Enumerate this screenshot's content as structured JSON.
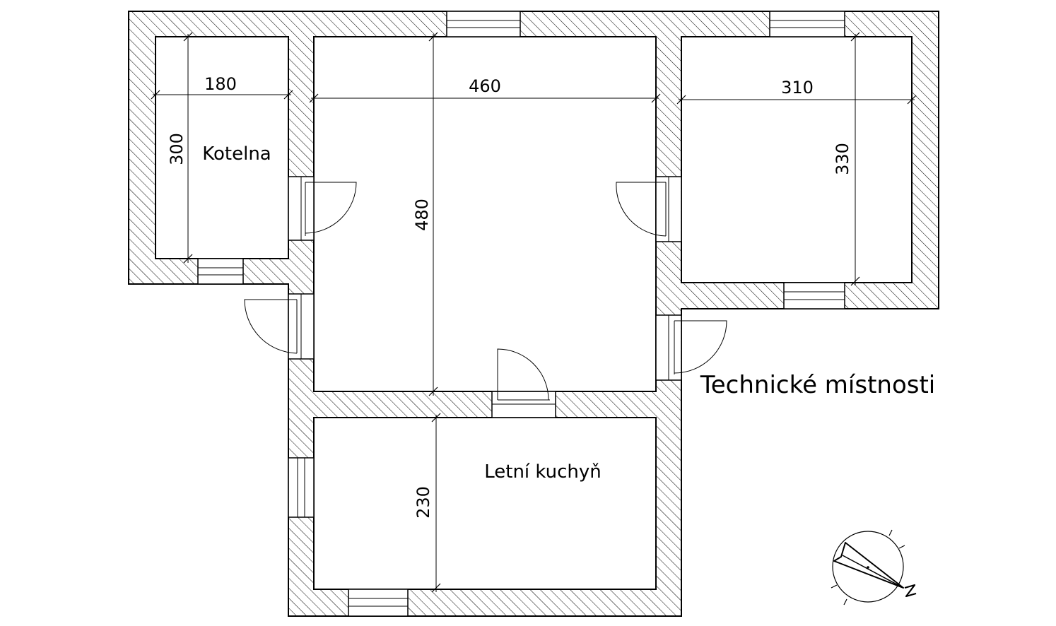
{
  "rooms": {
    "boiler": "Kotelna",
    "summer_kitchen": "Letní kuchyň"
  },
  "title": "Technické místnosti",
  "dimensions": {
    "boiler_width": "180",
    "boiler_depth": "300",
    "main_width": "460",
    "main_depth": "480",
    "east_width": "310",
    "east_depth": "330",
    "kitchen_depth": "230"
  },
  "compass": {
    "north_letter": "N"
  }
}
